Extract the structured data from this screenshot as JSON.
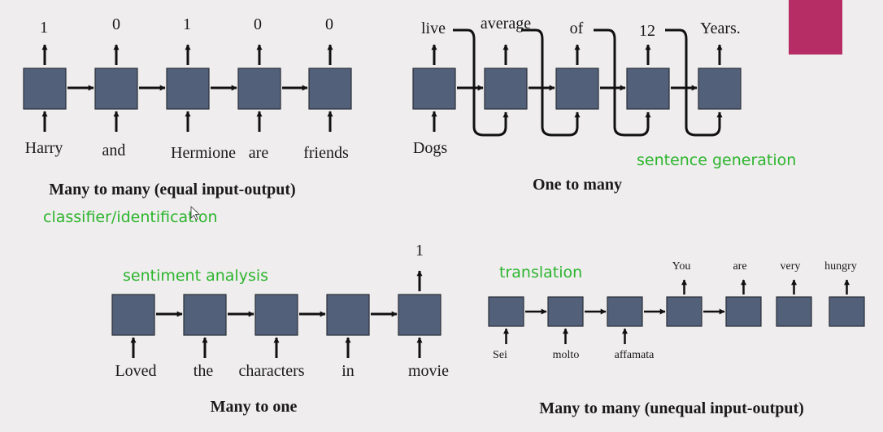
{
  "colors": {
    "background": "#efedee",
    "cell_fill": "#526179",
    "arrow": "#111111",
    "annotation": "#2db52d",
    "accent_block": "#b52d64"
  },
  "panels": {
    "many_to_many_equal": {
      "title": "Many to many (equal input-output)",
      "inputs": [
        "Harry",
        "and",
        "Hermione",
        "are",
        "friends"
      ],
      "outputs": [
        "1",
        "0",
        "1",
        "0",
        "0"
      ]
    },
    "one_to_many": {
      "title": "One to many",
      "inputs": [
        "Dogs"
      ],
      "outputs": [
        "live",
        "average",
        "of",
        "12",
        "Years."
      ]
    },
    "many_to_one": {
      "title": "Many to one",
      "inputs": [
        "Loved",
        "the",
        "characters",
        "in",
        "movie"
      ],
      "outputs": [
        "1"
      ]
    },
    "many_to_many_unequal": {
      "title": "Many to many (unequal input-output)",
      "inputs": [
        "Sei",
        "molto",
        "affamata"
      ],
      "outputs": [
        "You",
        "are",
        "very",
        "hungry"
      ]
    }
  },
  "annotations": {
    "classifier": "classifier/identification",
    "sentence_generation": "sentence generation",
    "sentiment": "sentiment analysis",
    "translation": "translation"
  }
}
